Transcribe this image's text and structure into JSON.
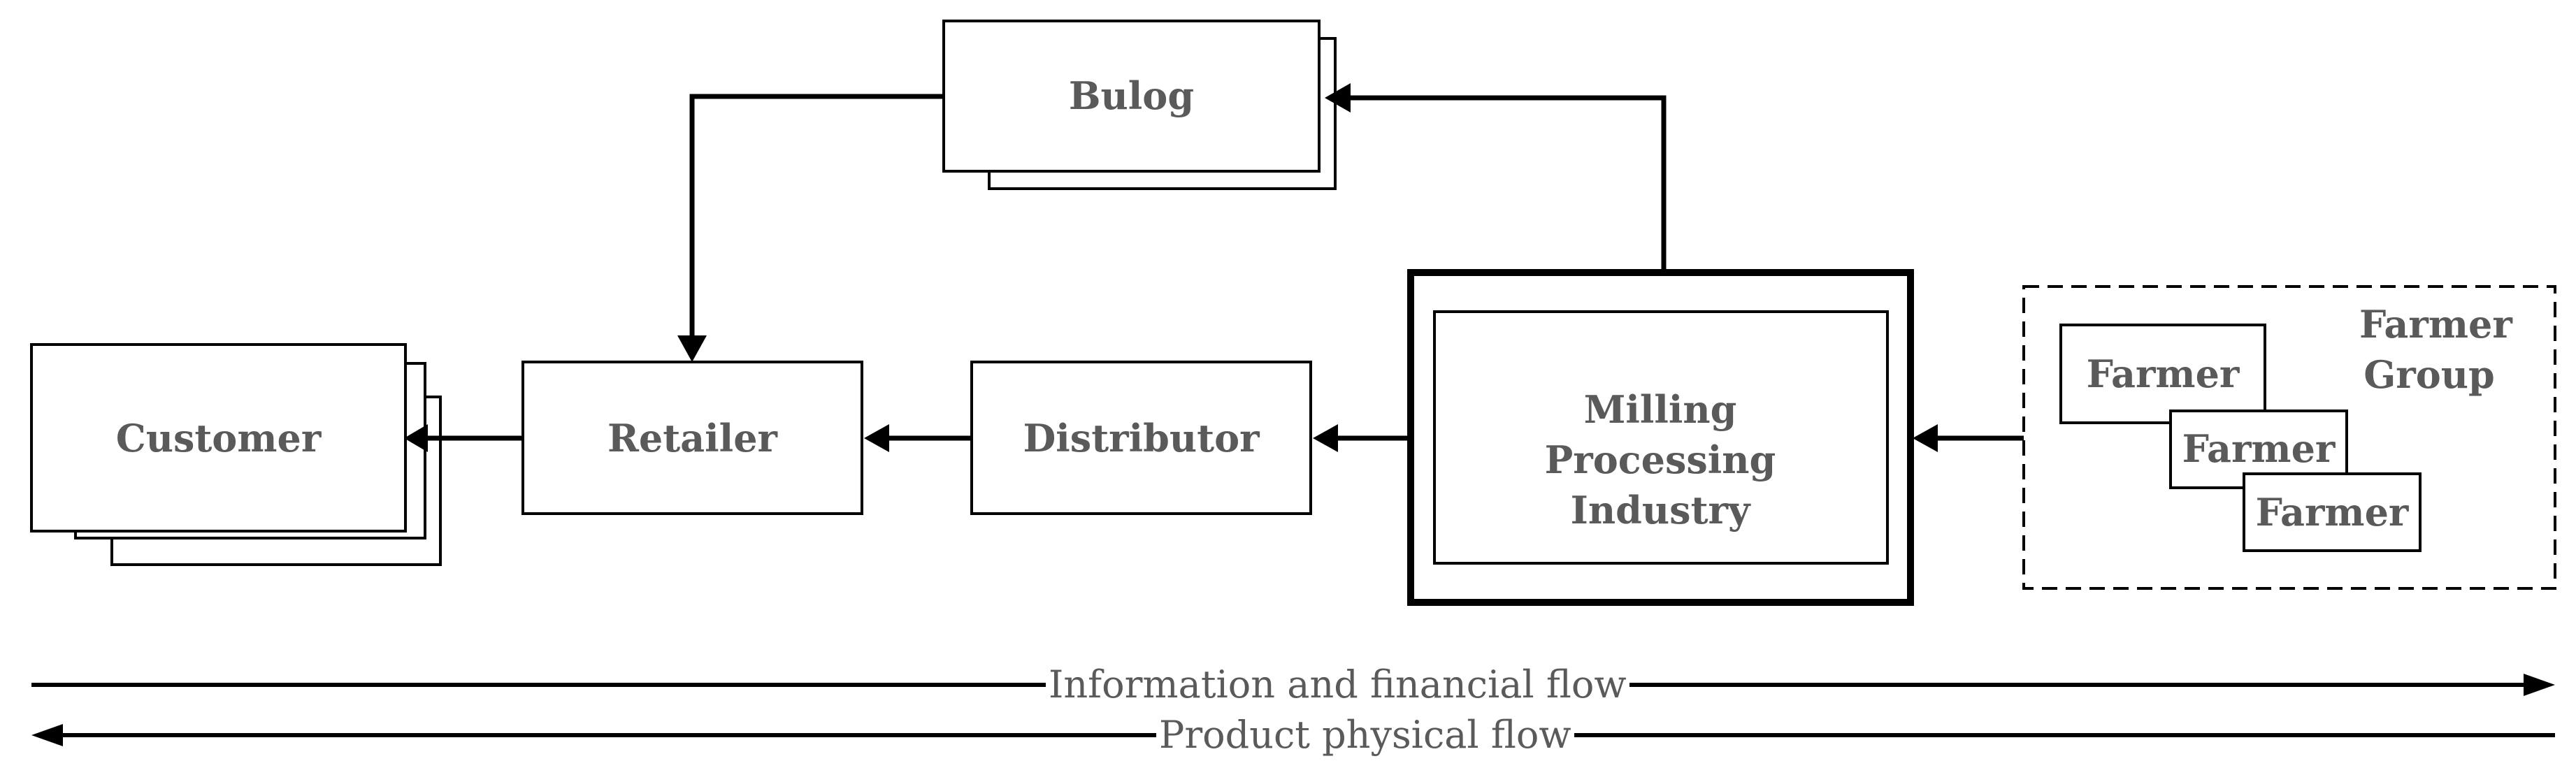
{
  "nodes": {
    "customer": "Customer",
    "retailer": "Retailer",
    "distributor": "Distributor",
    "bulog": "Bulog",
    "milling": "Milling Processing Industry",
    "farmer_1": "Farmer",
    "farmer_2": "Farmer",
    "farmer_3": "Farmer",
    "farmer_group": "Farmer Group"
  },
  "legend": {
    "information_flow": "Information and financial flow",
    "product_flow": "Product physical flow"
  }
}
